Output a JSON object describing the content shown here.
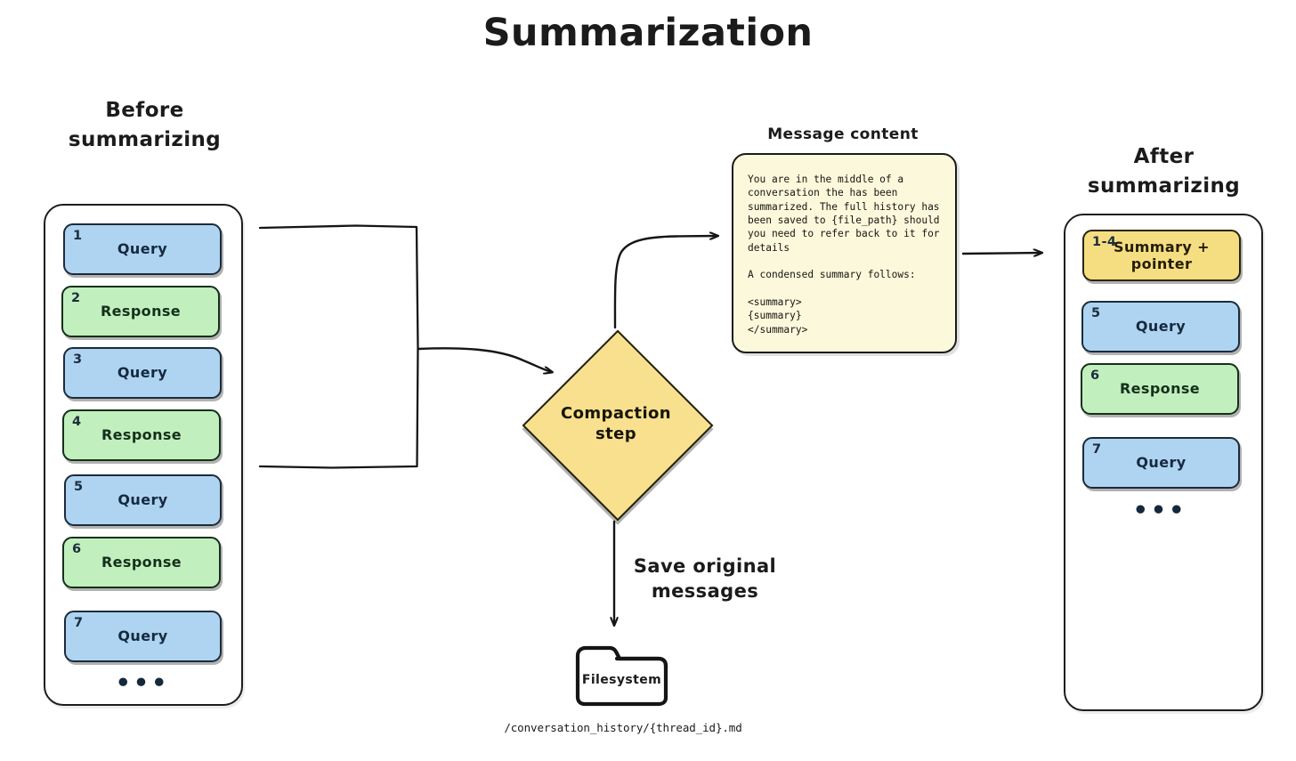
{
  "title": "Summarization",
  "colors": {
    "query": "#aed4f2",
    "response": "#c2efbe",
    "summary": "#f5de82",
    "diamond": "#f8e08e",
    "message_panel": "#fbf8dc",
    "stroke": "#1b1b1b",
    "background": "#ffffff"
  },
  "before": {
    "heading": "Before\nsummarizing",
    "items": [
      {
        "index": "1",
        "label": "Query",
        "kind": "query"
      },
      {
        "index": "2",
        "label": "Response",
        "kind": "response"
      },
      {
        "index": "3",
        "label": "Query",
        "kind": "query"
      },
      {
        "index": "4",
        "label": "Response",
        "kind": "response"
      },
      {
        "index": "5",
        "label": "Query",
        "kind": "query"
      },
      {
        "index": "6",
        "label": "Response",
        "kind": "response"
      },
      {
        "index": "7",
        "label": "Query",
        "kind": "query"
      }
    ],
    "ellipsis": "•••"
  },
  "after": {
    "heading": "After\nsummarizing",
    "items": [
      {
        "index": "1-4",
        "label": "Summary +\npointer",
        "kind": "summary"
      },
      {
        "index": "5",
        "label": "Query",
        "kind": "query"
      },
      {
        "index": "6",
        "label": "Response",
        "kind": "response"
      },
      {
        "index": "7",
        "label": "Query",
        "kind": "query"
      }
    ],
    "ellipsis": "•••"
  },
  "compaction": {
    "label": "Compaction\nstep"
  },
  "message_content": {
    "label": "Message content",
    "body": "You are in the middle of a\nconversation the has been\nsummarized. The full history has\nbeen saved to {file_path} should\nyou need to refer back to it for\ndetails\n\nA condensed summary follows:\n\n<summary>\n{summary}\n</summary>"
  },
  "filesystem": {
    "save_label": "Save original\nmessages",
    "folder_label": "Filesystem",
    "path": "/conversation_history/{thread_id}.md"
  }
}
